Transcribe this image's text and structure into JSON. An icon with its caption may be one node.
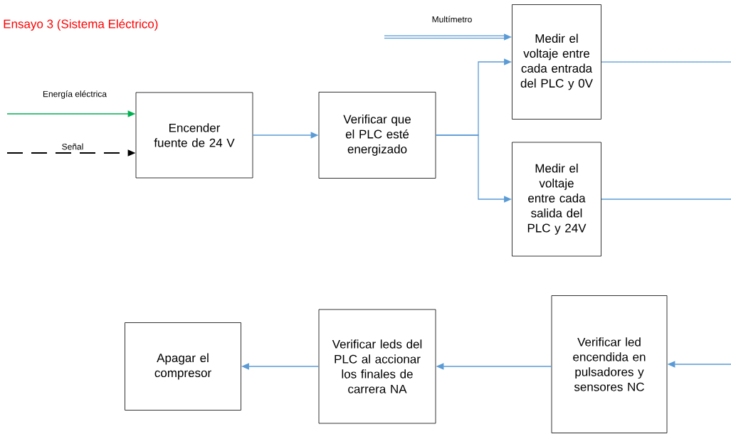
{
  "diagram": {
    "title": "Ensayo 3 (Sistema Eléctrico)",
    "nodes": [
      {
        "text": [
          "Encender fuente de 24 V"
        ]
      },
      {
        "text": [
          "Verificar que el PLC esté energizado"
        ]
      },
      {
        "text": [
          "Medir el voltaje entre cada entrada del PLC y 0V"
        ]
      },
      {
        "text": [
          "Medir el voltaje entre cada salida del PLC y 24V"
        ]
      },
      {
        "text": [
          "Verificar led encendida en pulsadores y sensores NC"
        ]
      },
      {
        "text": [
          "Verificar leds del PLC al accionar los finales de carrera NA"
        ]
      },
      {
        "text": [
          "Apagar el compresor"
        ]
      }
    ],
    "edges": [
      {
        "from": null,
        "to": 0,
        "arrow": "to",
        "label": "Energía eléctrica",
        "color": "#00b050"
      },
      {
        "from": null,
        "to": 0,
        "arrow": "to",
        "label": "Señal",
        "style": "dashed",
        "color": "#000000"
      },
      {
        "from": 0,
        "to": 1,
        "arrow": "to"
      },
      {
        "from": 1,
        "to": 2,
        "arrow": "to"
      },
      {
        "from": 1,
        "to": 3,
        "arrow": "to"
      },
      {
        "from": null,
        "to": 2,
        "arrow": "to",
        "label": "Multímetro",
        "style": "thick"
      },
      {
        "from": 2,
        "to": null,
        "arrow": "none"
      },
      {
        "from": 3,
        "to": null,
        "arrow": "none"
      },
      {
        "from": null,
        "to": 4,
        "arrow": "to"
      },
      {
        "from": 4,
        "to": 5,
        "arrow": "to"
      },
      {
        "from": 5,
        "to": 6,
        "arrow": "to"
      }
    ]
  }
}
